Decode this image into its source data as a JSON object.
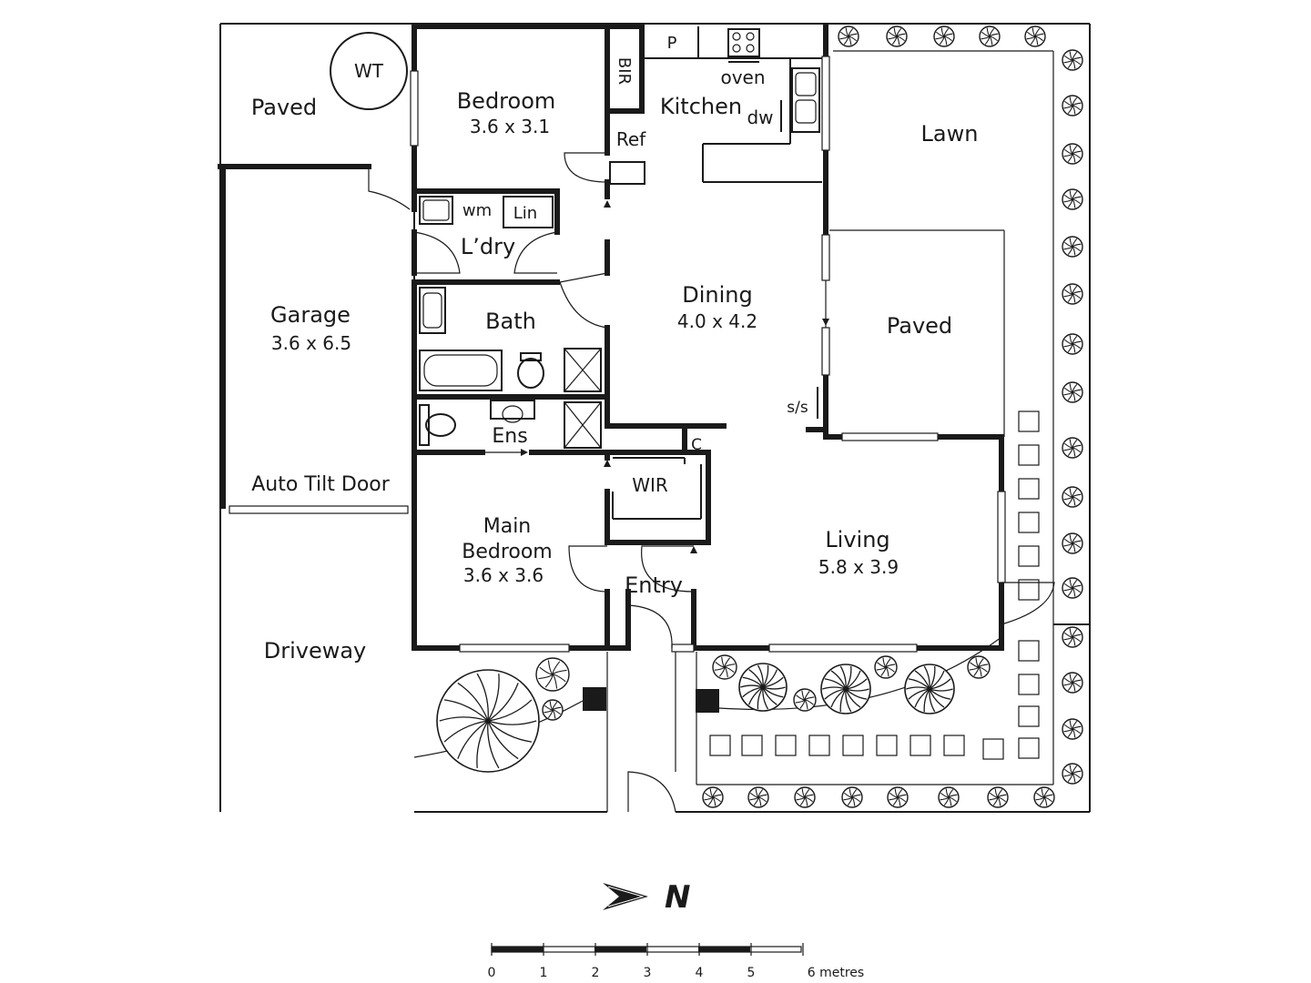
{
  "rooms": {
    "paved_left": "Paved",
    "water_tank": "WT",
    "bedroom": "Bedroom",
    "bedroom_size": "3.6 x 3.1",
    "bir": "BIR",
    "pantry": "P",
    "oven": "oven",
    "kitchen": "Kitchen",
    "dw": "dw",
    "ref": "Ref",
    "lawn": "Lawn",
    "wm": "wm",
    "lin": "Lin",
    "laundry": "L’dry",
    "garage": "Garage",
    "garage_size": "3.6 x 6.5",
    "bath": "Bath",
    "dining": "Dining",
    "dining_size": "4.0 x 4.2",
    "paved_right": "Paved",
    "ss": "s/s",
    "ens": "Ens",
    "cupboard": "C",
    "auto_tilt_door": "Auto Tilt Door",
    "wir": "WIR",
    "main_bedroom_line1": "Main",
    "main_bedroom_line2": "Bedroom",
    "main_bedroom_size": "3.6 x 3.6",
    "entry": "Entry",
    "living": "Living",
    "living_size": "5.8 x 3.9",
    "driveway": "Driveway"
  },
  "compass": {
    "label": "N"
  },
  "scale": {
    "ticks": [
      "0",
      "1",
      "2",
      "3",
      "4",
      "5",
      "6 metres"
    ]
  }
}
